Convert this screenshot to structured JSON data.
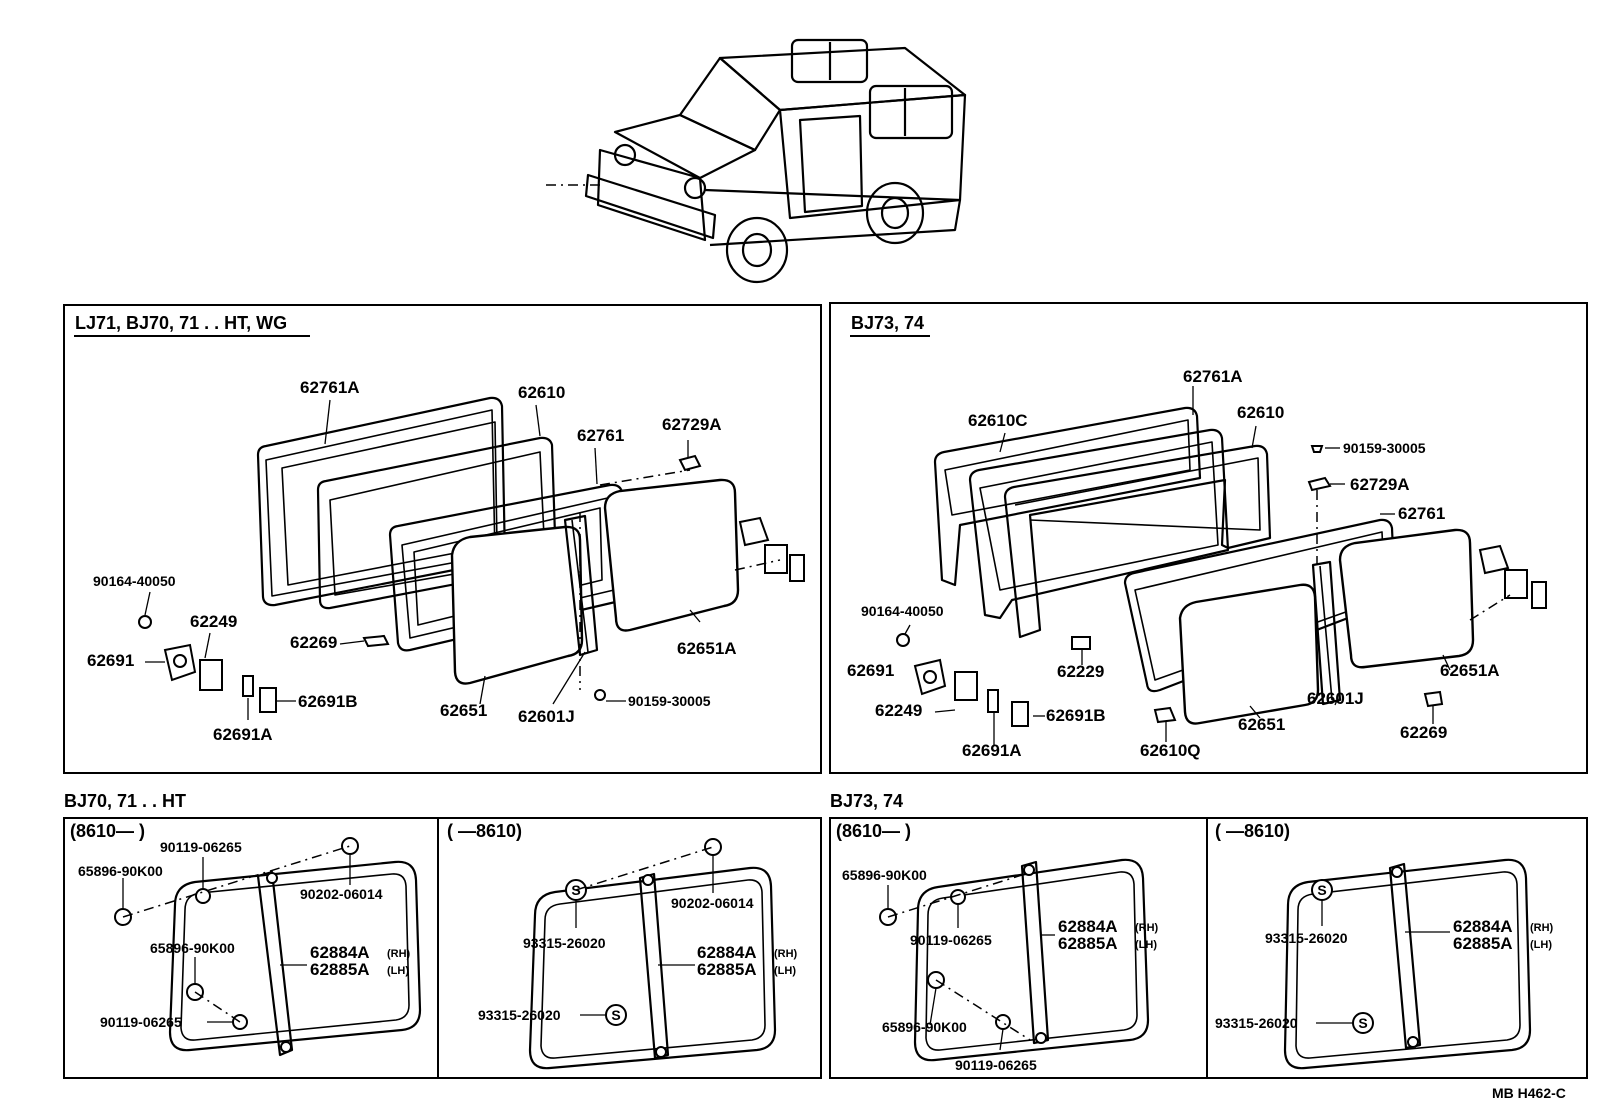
{
  "panels": {
    "top_left": {
      "header": "LJ71, BJ70, 71 . . HT, WG",
      "labels": [
        "62761A",
        "62610",
        "62761",
        "62729A",
        "90164-40050",
        "62249",
        "62269",
        "62691",
        "62651A",
        "62691B",
        "90159-30005",
        "62651",
        "62601J",
        "62691A"
      ]
    },
    "top_right": {
      "header": "BJ73, 74",
      "labels": [
        "62761A",
        "62610C",
        "62610",
        "90159-30005",
        "62729A",
        "62761",
        "90164-40050",
        "62691",
        "62229",
        "62249",
        "62691B",
        "62651A",
        "62651",
        "62601J",
        "62691A",
        "62610Q",
        "62269"
      ]
    },
    "bottom_left": {
      "header": "BJ70, 71 . . HT",
      "left_range": "(8610—        )",
      "right_range": "(        —8610)",
      "left_labels": [
        "90119-06265",
        "65896-90K00",
        "90202-06014",
        "65896-90K00",
        "62884A",
        "(RH)",
        "62885A",
        "(LH)",
        "90119-06265"
      ],
      "right_labels": [
        "90202-06014",
        "93315-26020",
        "62884A",
        "(RH)",
        "62885A",
        "(LH)",
        "93315-26020"
      ]
    },
    "bottom_right": {
      "header": "BJ73, 74",
      "left_range": "(8610—        )",
      "right_range": "(        —8610)",
      "left_labels": [
        "65896-90K00",
        "90119-06265",
        "62884A",
        "(RH)",
        "62885A",
        "(LH)",
        "65896-90K00",
        "90119-06265"
      ],
      "right_labels": [
        "93315-26020",
        "62884A",
        "(RH)",
        "62885A",
        "(LH)",
        "93315-26020"
      ]
    }
  },
  "symbols": {
    "s_mark": "S"
  },
  "footer": "MB  H462-C"
}
